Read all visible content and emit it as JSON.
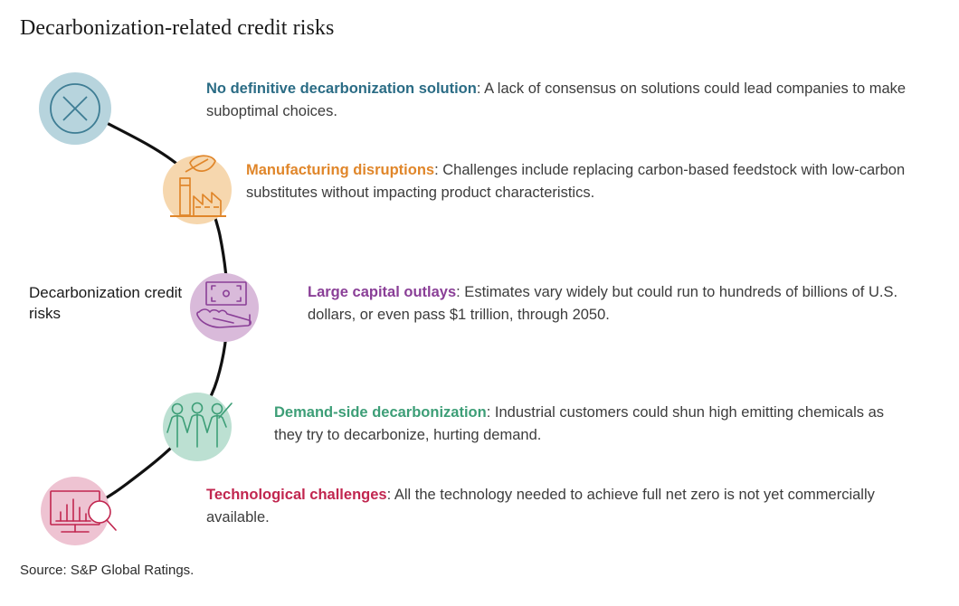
{
  "title": "Decarbonization-related credit risks",
  "center_label": "Decarbonization credit risks",
  "source": "Source: S&P Global Ratings.",
  "colors": {
    "teal": "#2b6c85",
    "teal_fill": "#b7d4dd",
    "orange": "#e0862a",
    "orange_fill": "#f6d7ae",
    "purple": "#8a3f97",
    "purple_fill": "#d9bada",
    "green": "#3d9e77",
    "green_fill": "#bce0d2",
    "crimson": "#c1264f",
    "crimson_fill": "#eec3d2",
    "body_text": "#3c3c3c",
    "connector": "#111111",
    "background": "#ffffff"
  },
  "items": [
    {
      "icon": "circle-x-icon",
      "lead": "No definitive decarbonization solution",
      "body": ": A lack of consensus on solutions could lead companies to make suboptimal choices.",
      "color": "#2b6c85",
      "fill": "#b7d4dd"
    },
    {
      "icon": "factory-leaf-icon",
      "lead": "Manufacturing disruptions",
      "body": ": Challenges include replacing carbon-based feedstock with low-carbon substitutes without impacting product characteristics.",
      "color": "#e0862a",
      "fill": "#f6d7ae"
    },
    {
      "icon": "hand-money-icon",
      "lead": "Large capital outlays",
      "body": ": Estimates vary widely but could run to hundreds of billions of U.S. dollars, or even pass $1 trillion, through 2050.",
      "color": "#8a3f97",
      "fill": "#d9bada"
    },
    {
      "icon": "three-people-icon",
      "lead": "Demand-side decarbonization",
      "body": ": Industrial customers could shun high emitting chemicals as they try to decarbonize, hurting demand.",
      "color": "#3d9e77",
      "fill": "#bce0d2"
    },
    {
      "icon": "monitor-chart-search-icon",
      "lead": "Technological challenges",
      "body": ": All the technology needed to achieve full net zero is not yet commercially available.",
      "color": "#c1264f",
      "fill": "#eec3d2"
    }
  ]
}
